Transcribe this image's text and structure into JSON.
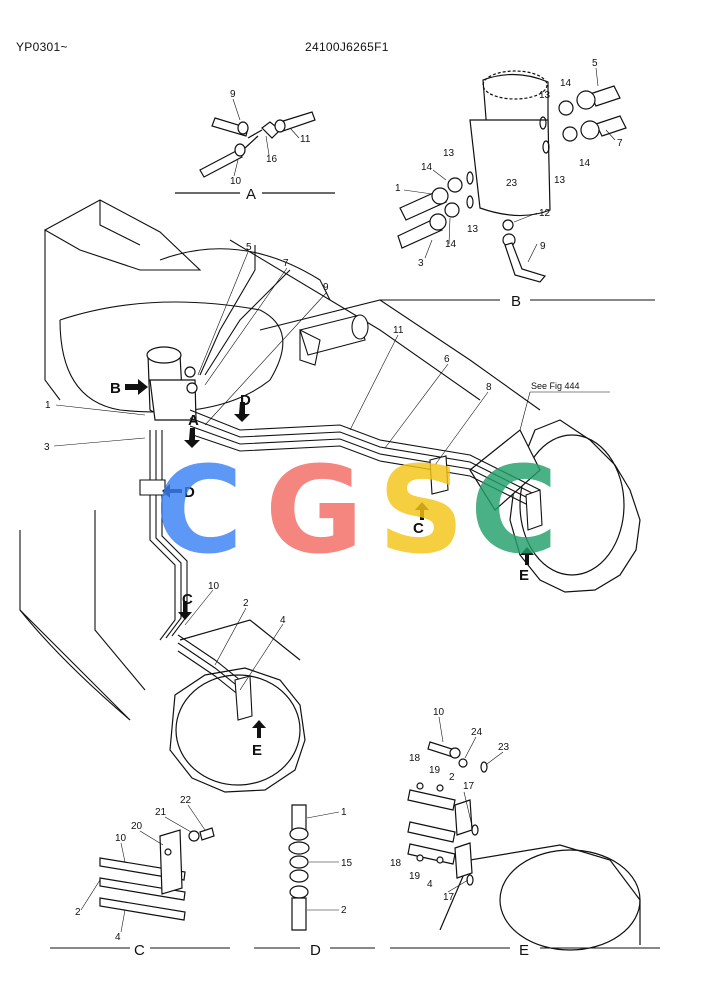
{
  "header": {
    "left_code": "YP0301~",
    "center_code": "24100J6265F1"
  },
  "reference_note": "See Fig 444",
  "watermark": {
    "text": "CGSC",
    "letters": [
      {
        "ch": "C",
        "color": "#3b82f6"
      },
      {
        "ch": "G",
        "color": "#f26b63"
      },
      {
        "ch": "S",
        "color": "#f5c518"
      },
      {
        "ch": "C",
        "color": "#22a06b"
      }
    ]
  },
  "views": {
    "A": {
      "label": "A",
      "callouts": [
        "9",
        "10",
        "11",
        "16"
      ]
    },
    "B": {
      "label": "B",
      "callouts": [
        "1",
        "3",
        "5",
        "7",
        "9",
        "12",
        "13",
        "13",
        "13",
        "13",
        "14",
        "14",
        "14",
        "14",
        "23"
      ]
    },
    "C": {
      "label": "C",
      "callouts": [
        "10",
        "20",
        "21",
        "22",
        "2",
        "4"
      ]
    },
    "D": {
      "label": "D",
      "callouts": [
        "1",
        "15",
        "2"
      ]
    },
    "E": {
      "label": "E",
      "callouts": [
        "10",
        "24",
        "23",
        "18",
        "19",
        "2",
        "17",
        "18",
        "19",
        "4",
        "17"
      ]
    }
  },
  "main_callouts": [
    "1",
    "3",
    "5",
    "7",
    "9",
    "11",
    "6",
    "8",
    "10",
    "2",
    "4"
  ],
  "view_arrows": [
    "A",
    "B",
    "C",
    "C",
    "D",
    "D",
    "E",
    "E"
  ]
}
